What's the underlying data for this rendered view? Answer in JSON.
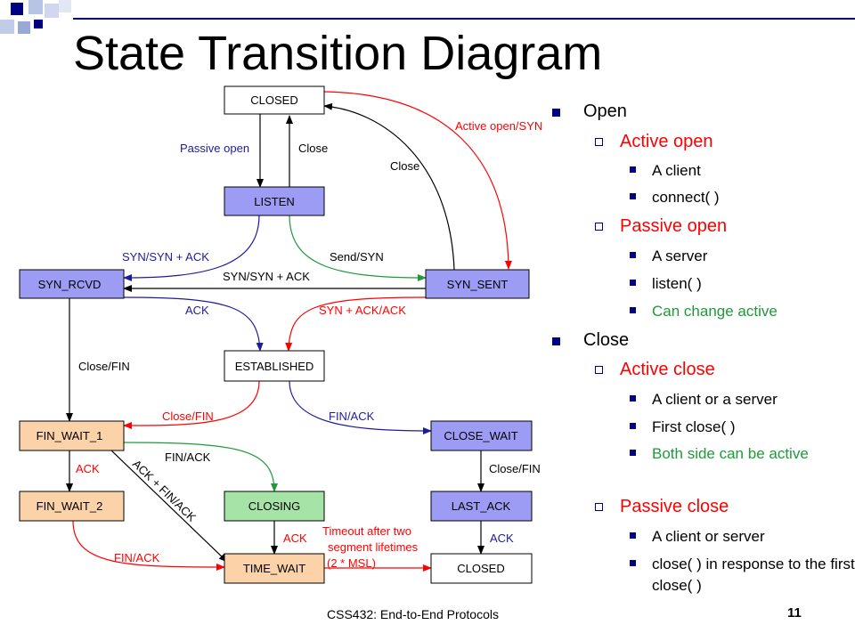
{
  "title": "State Transition Diagram",
  "footer": "CSS432: End-to-End Protocols",
  "page_number": "11",
  "colors": {
    "accent": "#000080",
    "red": "#ff0000",
    "green": "#1f9a3a",
    "blue_edge": "#1c1c9c",
    "state_blue": "#9c9cf5",
    "state_orange": "#fcd2a8"
  },
  "states": {
    "closed_top": "CLOSED",
    "listen": "LISTEN",
    "syn_rcvd": "SYN_RCVD",
    "syn_sent": "SYN_SENT",
    "established": "ESTABLISHED",
    "fin_wait_1": "FIN_WAIT_1",
    "close_wait": "CLOSE_WAIT",
    "fin_wait_2": "FIN_WAIT_2",
    "closing": "CLOSING",
    "last_ack": "LAST_ACK",
    "time_wait": "TIME_WAIT",
    "closed_bottom": "CLOSED"
  },
  "transitions": {
    "passive_open": "Passive open",
    "close_1": "Close",
    "close_2": "Close",
    "active_open_syn": "Active open/SYN",
    "syn_syn_ack_1": "SYN/SYN + ACK",
    "send_syn": "Send/SYN",
    "syn_syn_ack_2": "SYN/SYN + ACK",
    "ack_1": "ACK",
    "syn_ack_ack": "SYN + ACK/ACK",
    "close_fin_1": "Close/FIN",
    "close_fin_2": "Close/FIN",
    "fin_ack_1": "FIN/ACK",
    "fin_ack_2": "FIN/ACK",
    "ack_2": "ACK",
    "ack_fin_ack": "ACK + FIN/ACK",
    "close_fin_3": "Close/FIN",
    "ack_3": "ACK",
    "timeout_1": "Timeout after two",
    "timeout_2": "segment lifetimes",
    "timeout_3": "(2 * MSL)",
    "ack_4": "ACK",
    "fin_ack_3": "FIN/ACK"
  },
  "bullets": {
    "open": "Open",
    "active_open": "Active open",
    "a_client": "A client",
    "connect": "connect( )",
    "passive_open": "Passive open",
    "a_server": "A server",
    "listen": "listen( )",
    "can_change": "Can change active",
    "close": "Close",
    "active_close": "Active close",
    "client_or_server": "A client or a server",
    "first_close": "First close( )",
    "both_side": "Both side can be active",
    "passive_close": "Passive close",
    "client_or_server_2": "A client or server",
    "close_response": "close( ) in response to the first close( )"
  }
}
